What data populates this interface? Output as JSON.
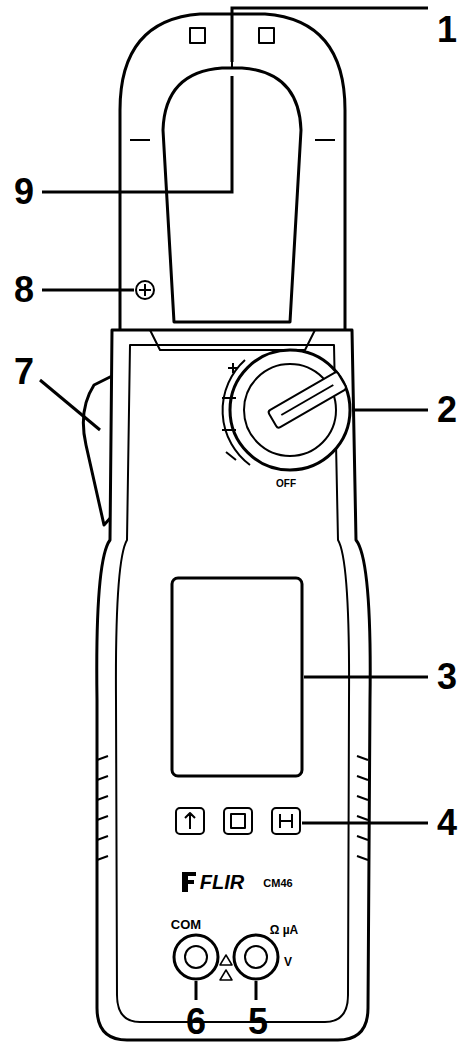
{
  "diagram": {
    "labels": [
      "1",
      "2",
      "3",
      "4",
      "5",
      "6",
      "7",
      "8",
      "9",
      "FLIR",
      "CM46",
      "COM",
      "Ω µA",
      "V",
      "OFF"
    ]
  }
}
